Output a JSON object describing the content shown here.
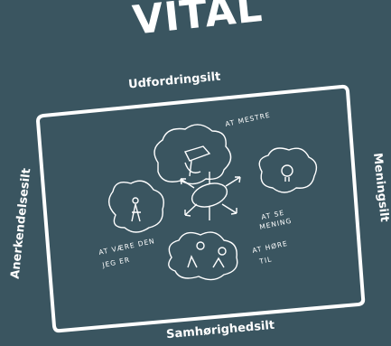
{
  "title": "VITAL",
  "labels": {
    "top": "Udfordringsilt",
    "bottom": "Samhørighedsilt",
    "left": "Anerkendelsesilt",
    "right": "Meningsilt"
  },
  "clouds": {
    "mestre": "AT MESTRE",
    "mening_1": "AT SE",
    "mening_2": "MENING",
    "vaere_1": "AT VÆRE DEN",
    "vaere_2": "JEG ER",
    "hoere_1": "AT HØRE",
    "hoere_2": "TIL"
  },
  "colors": {
    "background": "#3a5560",
    "ink": "#ffffff"
  }
}
